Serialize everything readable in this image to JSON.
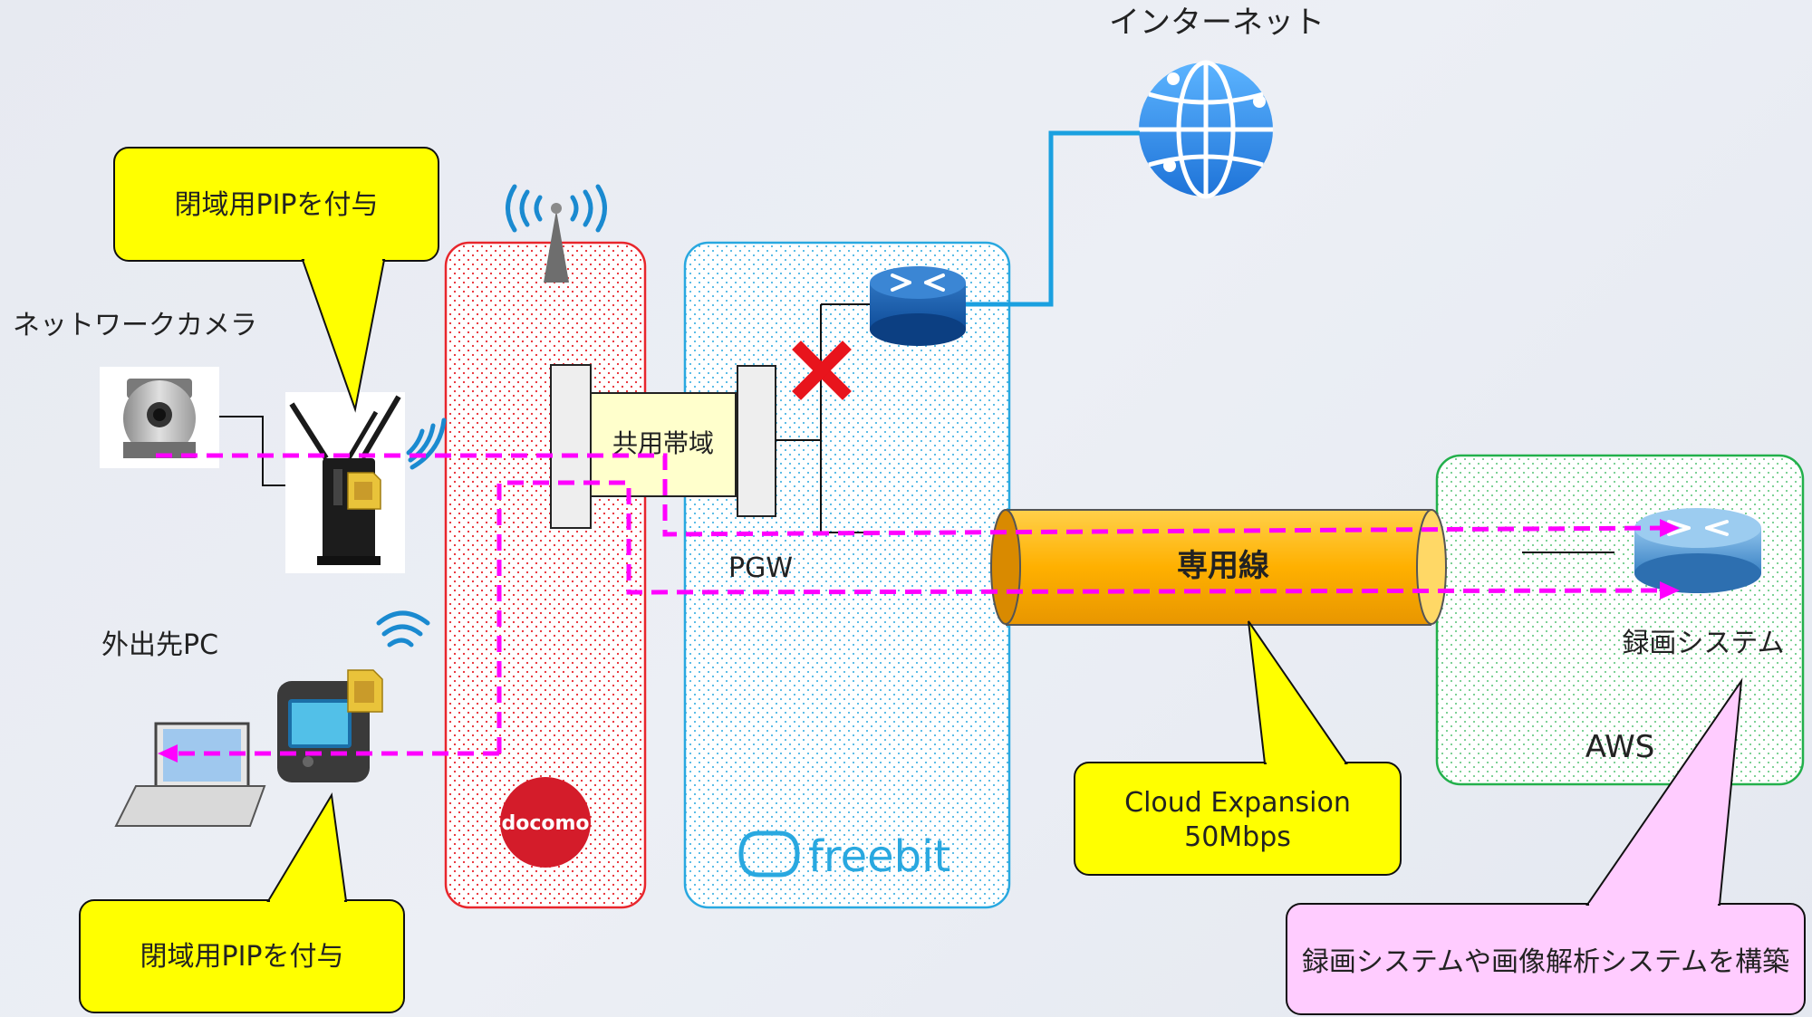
{
  "labels": {
    "internet": "インターネット",
    "network_camera": "ネットワークカメラ",
    "remote_pc": "外出先PC",
    "shared_band": "共用帯域",
    "pgw": "PGW",
    "dedicated_line": "専用線",
    "recording_system": "録画システム",
    "aws": "AWS"
  },
  "callouts": {
    "top_left": "閉域用PIPを付与",
    "bottom_left": "閉域用PIPを付与",
    "cloud_expansion_line1": "Cloud Expansion",
    "cloud_expansion_line2": "50Mbps",
    "bottom_right": "録画システムや画像解析システムを構築"
  },
  "logos": {
    "docomo": "docomo",
    "freebit": "freebit"
  },
  "colors": {
    "docomo_border": "#e8262c",
    "freebit_border": "#29a8e0",
    "aws_border": "#22b04b",
    "flow_line": "#ff00ff",
    "internet_line": "#1aa0e0",
    "callout_yellow": "#ffff00",
    "callout_pink": "#ffccff",
    "pipe_orange": "#ffb000",
    "block_x": "#e8141c"
  }
}
